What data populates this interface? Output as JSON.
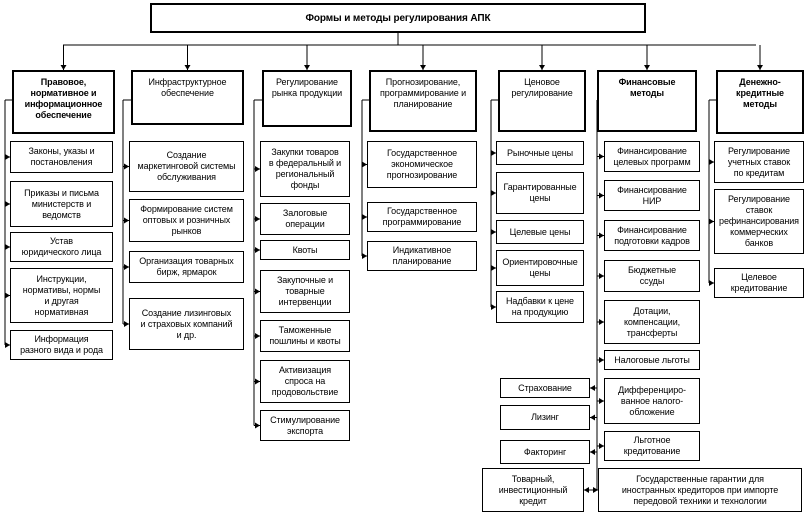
{
  "title": "Формы и методы регулирования АПК",
  "categories": [
    {
      "id": "legal",
      "label": "Правовое,\nнормативное и\nинформационное\nобеспечение",
      "items": [
        "Законы, указы и\nпостановления",
        "Приказы и письма\nминистерств и\nведомств",
        "Устав\nюридического лица",
        "Инструкции,\nнормативы, нормы\nи другая\nнормативная",
        "Информация\nразного вида и рода"
      ]
    },
    {
      "id": "infrastructure",
      "label": "Инфраструктурное\nобеспечение",
      "items": [
        "Создание\nмаркетинговой системы\nобслуживания",
        "Формирование систем\nоптовых и розничных\nрынков",
        "Организация товарных\nбирж, ярмарок",
        "Создание лизинговых\nи страховых компаний\nи др."
      ]
    },
    {
      "id": "market",
      "label": "Регулирование\nрынка продукции",
      "items": [
        "Закупки товаров\nв федеральный и\nрегиональный\nфонды",
        "Залоговые\nоперации",
        "Квоты",
        "Закупочные и\nтоварные\nинтервенции",
        "Таможенные\nпошлины и квоты",
        "Активизация\nспроса на\nпродовольствие",
        "Стимулирование\nэкспорта"
      ]
    },
    {
      "id": "forecasting",
      "label": "Прогнозирование,\nпрограммирование и\nпланирование",
      "items": [
        "Государственное\nэкономическое\nпрогнозирование",
        "Государственное\nпрограммирование",
        "Индикативное\nпланирование"
      ]
    },
    {
      "id": "price",
      "label": "Ценовое\nрегулирование",
      "items": [
        "Рыночные цены",
        "Гарантированные\nцены",
        "Целевые цены",
        "Ориентировочные\nцены",
        "Надбавки к цене\nна продукцию"
      ]
    },
    {
      "id": "finance",
      "label": "Финансовые\nметоды",
      "items": [
        "Финансирование\nцелевых программ",
        "Финансирование\nНИР",
        "Финансирование\nподготовки кадров",
        "Бюджетные\nссуды",
        "Дотации,\nкомпенсации,\nтрансферты",
        "Налоговые льготы",
        "Дифференциро-\nванное налого-\nобложение",
        "Льготное\nкредитование",
        "Государственные гарантии для\nиностранных кредиторов при импорте\nпередовой техники и технологии"
      ],
      "left_items": [
        "Страхование",
        "Лизинг",
        "Факторинг",
        "Товарный,\nинвестиционный\nкредит"
      ]
    },
    {
      "id": "monetary",
      "label": "Денежно-\nкредитные\nметоды",
      "items": [
        "Регулирование\nучетных ставок\nпо кредитам",
        "Регулирование\nставок\nрефинансирования\nкоммерческих\nбанков",
        "Целевое\nкредитование"
      ]
    }
  ]
}
